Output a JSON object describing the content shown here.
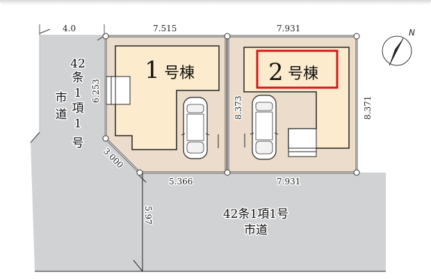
{
  "plan": {
    "lots": [
      {
        "number": "1",
        "suffix": "号棟",
        "highlighted": false
      },
      {
        "number": "2",
        "suffix": "号棟",
        "highlighted": true
      }
    ],
    "dimensions": {
      "road_west_width": "4.0",
      "lot1_north": "7.515",
      "lot2_north": "7.931",
      "lot1_west": "6.253",
      "lot1_corner_cut": "3.000",
      "lot1_south": "5.366",
      "lot2_south": "7.931",
      "lot2_west": "8.373",
      "lot2_east": "8.371",
      "road_south_width": "5.97"
    },
    "roads": {
      "west": {
        "lines": [
          "42",
          "条",
          "1",
          "項",
          "1",
          "号"
        ],
        "prefix_lines": [
          "市",
          "道"
        ]
      },
      "south": {
        "line1": "42条1項1号",
        "line2": "市道"
      }
    },
    "compass": {
      "label": "N"
    },
    "colors": {
      "road": "#d0d2d4",
      "lot_outer": "#ecdccb",
      "building": "#fdebcd",
      "highlight": "#d11a1a",
      "line": "#222222"
    }
  }
}
